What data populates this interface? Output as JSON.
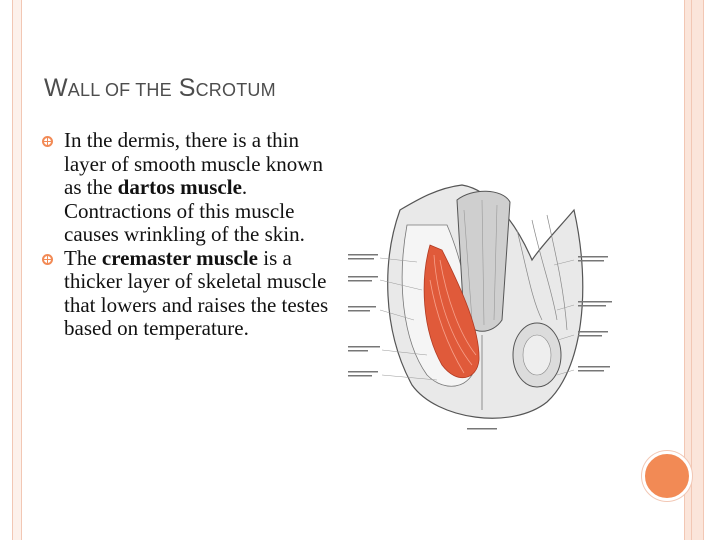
{
  "slide": {
    "title_parts": {
      "w_big": "W",
      "w_rest": "ALL OF THE",
      "s_big": "S",
      "s_rest": "CROTUM"
    },
    "bullets": [
      {
        "pre": "In the dermis, there is a thin layer of smooth muscle known as the ",
        "bold": "dartos muscle",
        "post": ". Contractions of this muscle causes wrinkling of the skin."
      },
      {
        "pre": "The ",
        "bold": "cremaster muscle",
        "post": " is a thicker layer of skeletal muscle that lowers and raises the testes based on temperature."
      }
    ]
  },
  "colors": {
    "accent": "#f28a55",
    "frame": "#f2c7b4",
    "title": "#4d4d4d",
    "muscle": "#e05a3a"
  },
  "figure": {
    "icon": "anatomical-illustration"
  }
}
